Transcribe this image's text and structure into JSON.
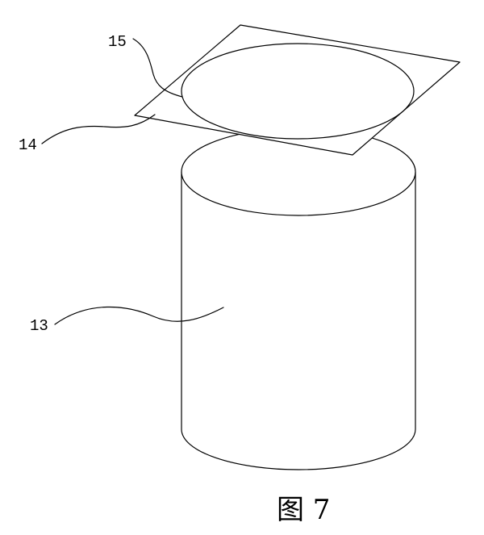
{
  "figure": {
    "caption": "图 7",
    "labels": {
      "part_13": "13",
      "part_14": "14",
      "part_15": "15"
    },
    "line_color": "#000000",
    "background_color": "#ffffff"
  }
}
